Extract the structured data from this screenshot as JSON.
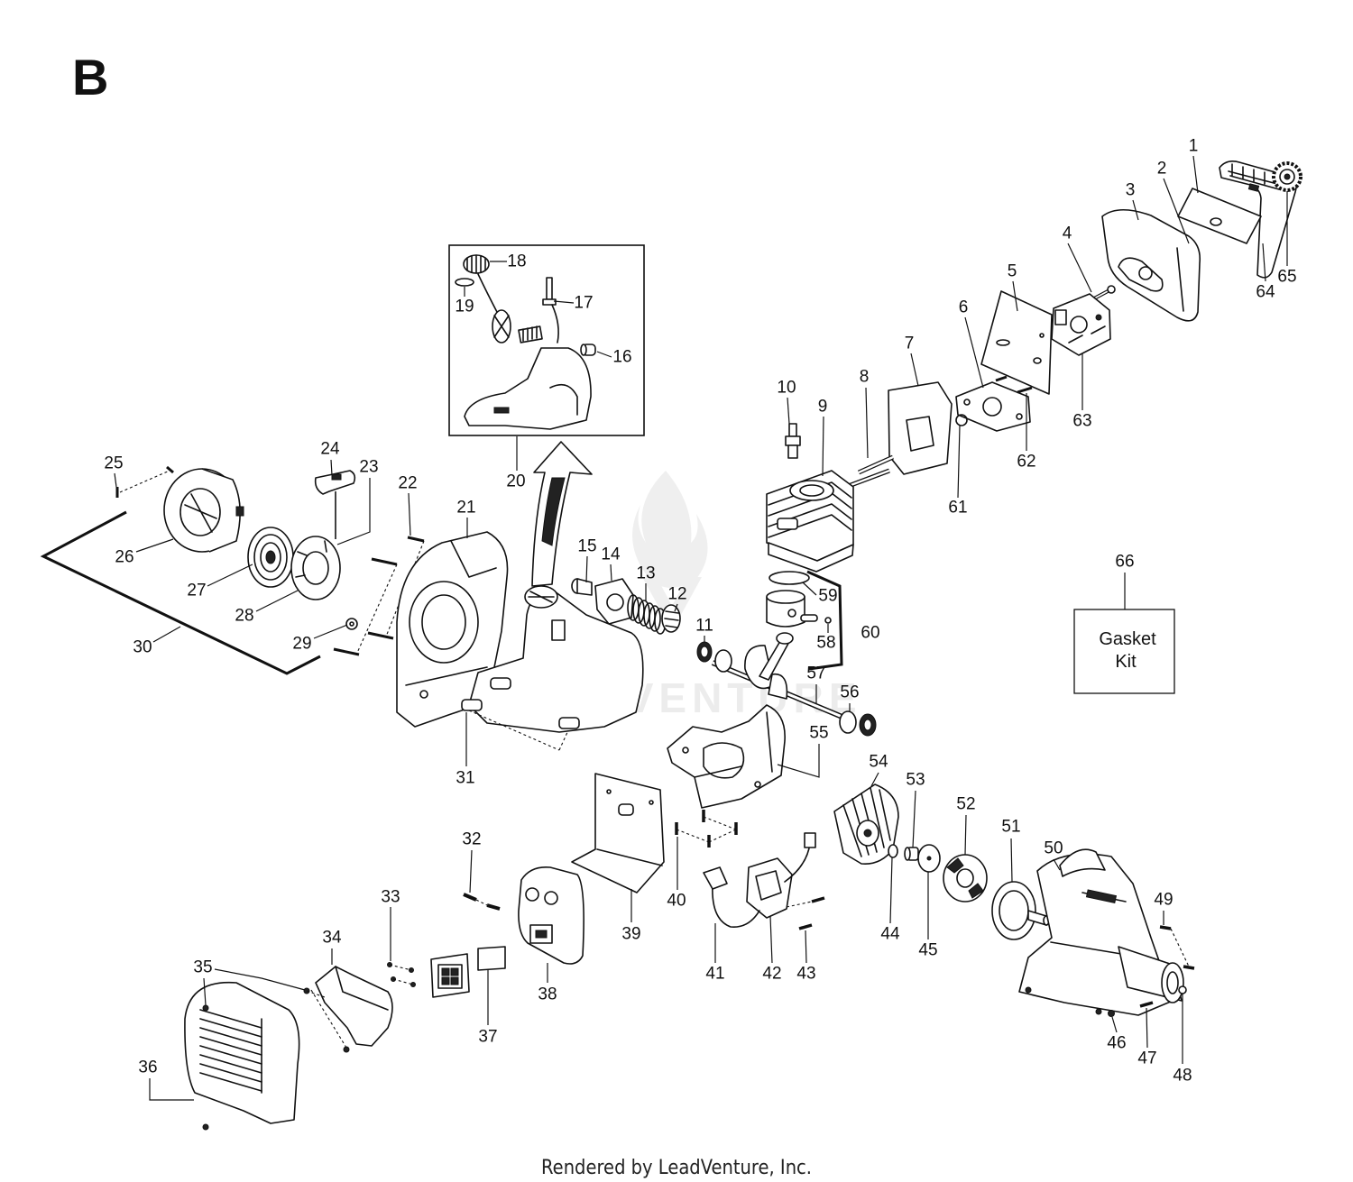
{
  "page_letter": "B",
  "callouts": [
    "1",
    "2",
    "3",
    "4",
    "5",
    "6",
    "7",
    "8",
    "9",
    "10",
    "11",
    "12",
    "13",
    "14",
    "15",
    "16",
    "17",
    "18",
    "19",
    "20",
    "21",
    "22",
    "23",
    "24",
    "25",
    "26",
    "27",
    "28",
    "29",
    "30",
    "31",
    "32",
    "33",
    "34",
    "35",
    "36",
    "37",
    "38",
    "39",
    "40",
    "41",
    "42",
    "43",
    "44",
    "45",
    "46",
    "47",
    "48",
    "49",
    "50",
    "51",
    "52",
    "53",
    "54",
    "55",
    "56",
    "57",
    "58",
    "59",
    "60",
    "61",
    "62",
    "63",
    "64",
    "65",
    "66"
  ],
  "gasket_kit_label": [
    "Gasket",
    "Kit"
  ],
  "watermark": "LEADVENTURE",
  "footer": "Rendered by LeadVenture, Inc."
}
